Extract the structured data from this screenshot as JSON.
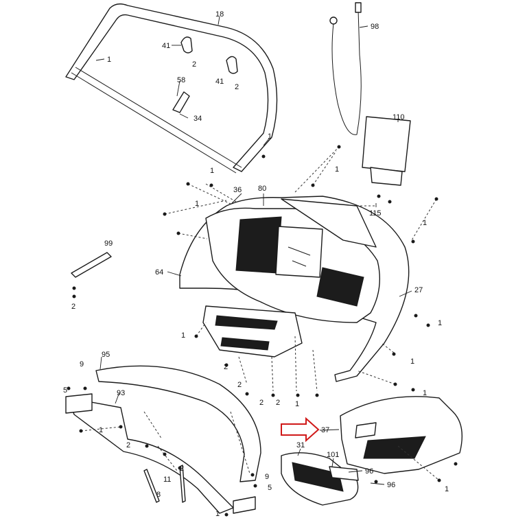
{
  "callouts": [
    {
      "id": "c18",
      "text": "18"
    },
    {
      "id": "c41a",
      "text": "41"
    },
    {
      "id": "c2a",
      "text": "2"
    },
    {
      "id": "c41b",
      "text": "41"
    },
    {
      "id": "c2b",
      "text": "2"
    },
    {
      "id": "c1a",
      "text": "1"
    },
    {
      "id": "c58",
      "text": "58"
    },
    {
      "id": "c34",
      "text": "34"
    },
    {
      "id": "c1b",
      "text": "1"
    },
    {
      "id": "c98",
      "text": "98"
    },
    {
      "id": "c110",
      "text": "110"
    },
    {
      "id": "c115",
      "text": "115"
    },
    {
      "id": "c1c",
      "text": "1"
    },
    {
      "id": "c1d",
      "text": "1"
    },
    {
      "id": "c36",
      "text": "36"
    },
    {
      "id": "c80",
      "text": "80"
    },
    {
      "id": "c1e",
      "text": "1"
    },
    {
      "id": "c1f",
      "text": "1"
    },
    {
      "id": "c99",
      "text": "99"
    },
    {
      "id": "c64",
      "text": "64"
    },
    {
      "id": "c2c",
      "text": "2"
    },
    {
      "id": "c27",
      "text": "27"
    },
    {
      "id": "c1g",
      "text": "1"
    },
    {
      "id": "c1h",
      "text": "1"
    },
    {
      "id": "c1i",
      "text": "1"
    },
    {
      "id": "c95",
      "text": "95"
    },
    {
      "id": "c9a",
      "text": "9"
    },
    {
      "id": "c5a",
      "text": "5"
    },
    {
      "id": "c93",
      "text": "93"
    },
    {
      "id": "c1j",
      "text": "1"
    },
    {
      "id": "c2d",
      "text": "2"
    },
    {
      "id": "c2e",
      "text": "2"
    },
    {
      "id": "c2f",
      "text": "2"
    },
    {
      "id": "c2g",
      "text": "2"
    },
    {
      "id": "c1k",
      "text": "1"
    },
    {
      "id": "c1l",
      "text": "1"
    },
    {
      "id": "c37",
      "text": "37"
    },
    {
      "id": "c31",
      "text": "31"
    },
    {
      "id": "c101",
      "text": "101"
    },
    {
      "id": "c96a",
      "text": "96"
    },
    {
      "id": "c96b",
      "text": "96"
    },
    {
      "id": "c1m",
      "text": "1"
    },
    {
      "id": "c2h",
      "text": "2"
    },
    {
      "id": "c11",
      "text": "11"
    },
    {
      "id": "c2i",
      "text": "2"
    },
    {
      "id": "c9b",
      "text": "9"
    },
    {
      "id": "c5b",
      "text": "5"
    },
    {
      "id": "c8",
      "text": "8"
    },
    {
      "id": "c1n",
      "text": "1"
    }
  ],
  "highlight": {
    "target_callout": "37",
    "arrow_color": "#d01818"
  }
}
